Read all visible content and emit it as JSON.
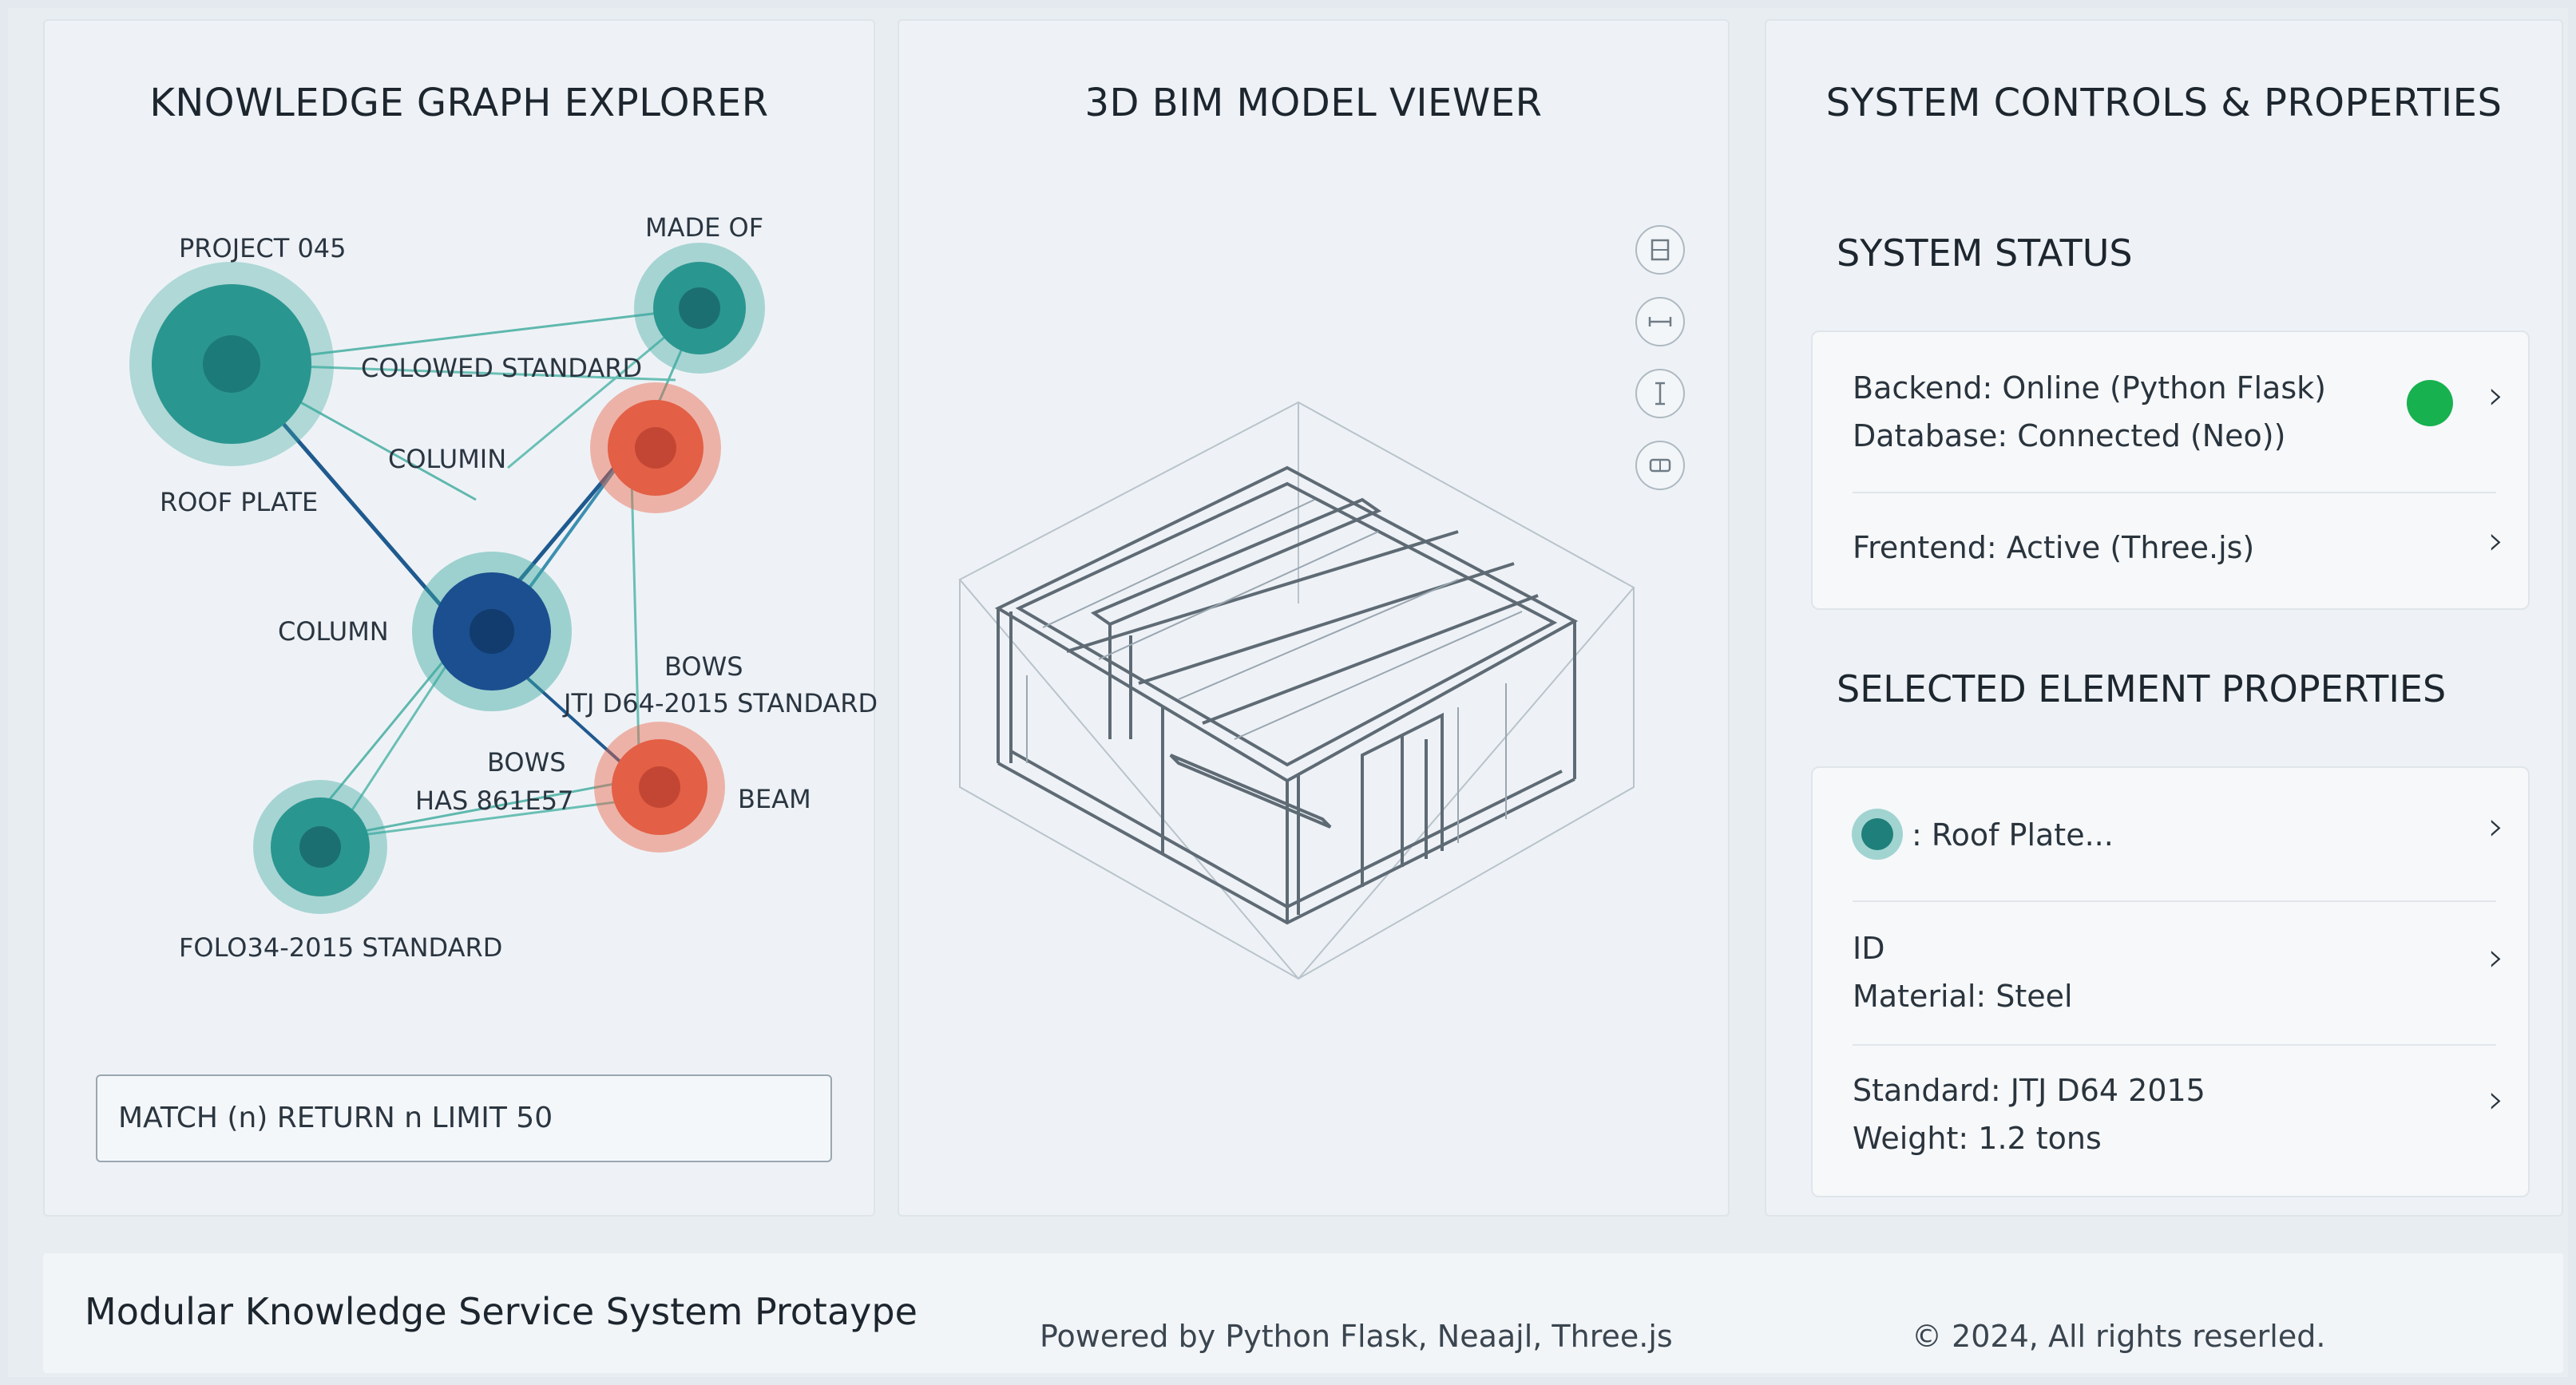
{
  "knowledge_graph": {
    "title": "KNOWLEDGE GRAPH EXPLORER",
    "labels": {
      "project": "PROJECT 045",
      "made_of": "MADE OF",
      "colowed_standard": "COLOWED STANDARD",
      "column_edge": "COLUMIN",
      "roof_plate": "ROOF PLATE",
      "column": "COLUMN",
      "bows_top": "BOWS",
      "jtj_standard": "JTJ D64-2015 STANDARD",
      "bows_mid": "BOWS",
      "has": "HAS 861E57",
      "beam": "BEAM",
      "folo_standard": "FOLO34-2015 STANDARD"
    },
    "query": "MATCH (n) RETURN n LIMIT 50",
    "colors": {
      "teal": "#3aa89f",
      "teal_dark": "#1f7f7a",
      "blue": "#1b4f8f",
      "orange": "#e8634a"
    }
  },
  "bim_viewer": {
    "title": "3D BIM MODEL VIEWER",
    "tools": [
      "fit-view-icon",
      "measure-horizontal-icon",
      "measure-vertical-icon",
      "section-box-icon"
    ]
  },
  "controls": {
    "title": "SYSTEM CONTROLS & PROPERTIES",
    "status_title": "SYSTEM STATUS",
    "backend": "Backend: Online (Python Flask)",
    "database": "Database: Connected (Neo))",
    "frontend": "Frentend: Active (Three.js)",
    "status_color": "#18b14f",
    "selected_title": "SELECTED ELEMENT PROPERTIES",
    "element_name": ": Roof Plate...",
    "id_label": "ID",
    "material": "Material: Steel",
    "standard": "Standard: JTJ D64 2015",
    "weight": "Weight: 1.2 tons"
  },
  "footer": {
    "title": "Modular Knowledge Service System Protaype",
    "powered": "Powered by Python Flask, Neaajl, Three.js",
    "copyright": "© 2024, All rights reserled."
  }
}
